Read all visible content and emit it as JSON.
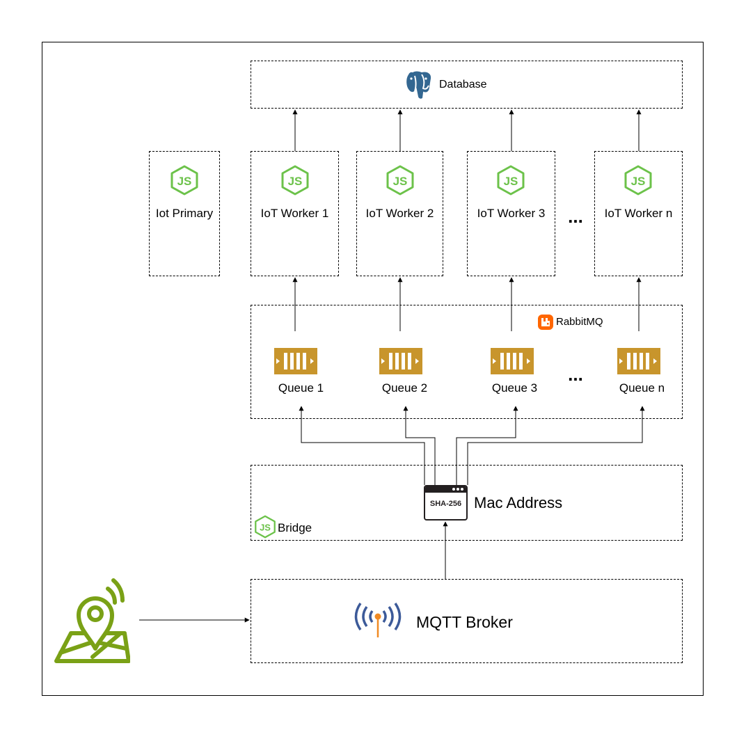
{
  "database": {
    "label": "Database"
  },
  "primary": {
    "label": "Iot Primary"
  },
  "workers": [
    {
      "label": "IoT Worker 1"
    },
    {
      "label": "IoT Worker 2"
    },
    {
      "label": "IoT Worker 3"
    },
    {
      "label": "IoT Worker n"
    }
  ],
  "workers_ellipsis": "...",
  "rabbitmq": {
    "label": "RabbitMQ"
  },
  "queues": [
    {
      "label": "Queue 1"
    },
    {
      "label": "Queue 2"
    },
    {
      "label": "Queue 3"
    },
    {
      "label": "Queue n"
    }
  ],
  "queues_ellipsis": "...",
  "bridge": {
    "label": "Bridge",
    "hash_badge": "SHA-256",
    "mac_label": "Mac Address"
  },
  "mqtt": {
    "label": "MQTT Broker"
  },
  "colors": {
    "node_green": "#6cc24a",
    "queue_gold": "#c8952c",
    "rabbit_orange": "#ff6600",
    "postgres_blue": "#336791",
    "mqtt_blue": "#3c5a99",
    "mqtt_orange": "#f08a24",
    "location_green": "#7aa116"
  }
}
